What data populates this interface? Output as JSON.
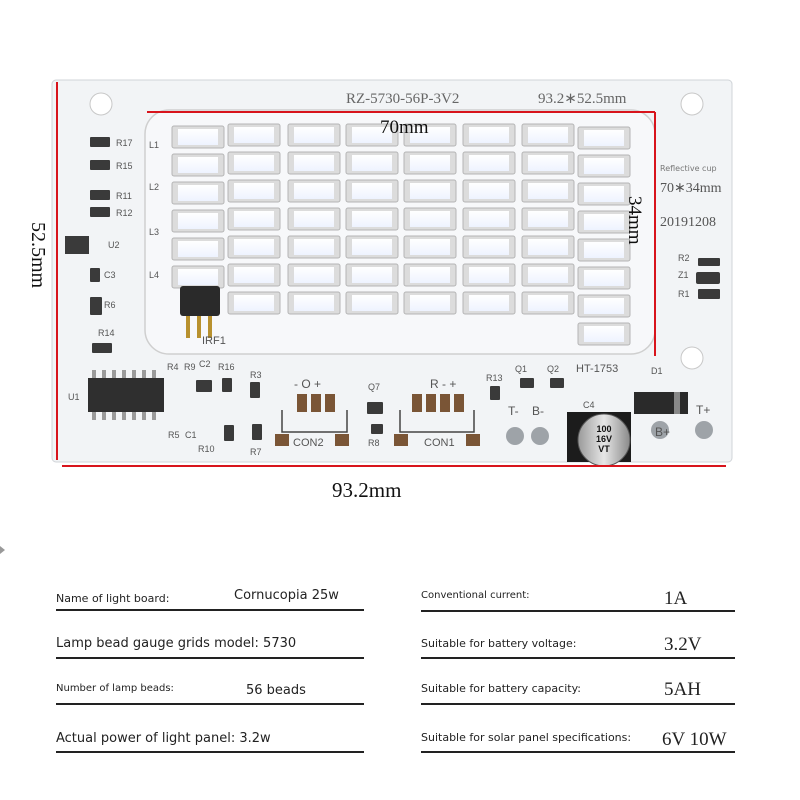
{
  "board": {
    "model_text": "RZ-5730-56P-3V2",
    "size_text": "93.2∗52.5mm",
    "reflective_cup_label": "Reflective cup",
    "reflective_cup_size": "70∗34mm",
    "date_code": "20191208",
    "part_code": "HT-1753",
    "cap_text": [
      "100",
      "16V",
      "VT"
    ],
    "dim_inner_width": "70mm",
    "dim_inner_height": "34mm",
    "dim_outer_width": "93.2mm",
    "dim_outer_height": "52.5mm",
    "silkscreen": {
      "r17": "R17",
      "r15": "R15",
      "r11": "R11",
      "r12": "R12",
      "u2": "U2",
      "c3": "C3",
      "r6": "R6",
      "r14": "R14",
      "u1": "U1",
      "r4": "R4",
      "r9": "R9",
      "c2": "C2",
      "r16": "R16",
      "r5": "R5",
      "c1": "C1",
      "r10": "R10",
      "r3": "R3",
      "r7": "R7",
      "q7": "Q7",
      "r8": "R8",
      "r13": "R13",
      "q1": "Q1",
      "q2": "Q2",
      "d1": "D1",
      "c4": "C4",
      "r2": "R2",
      "z1": "Z1",
      "r1": "R1",
      "irf1": "IRF1",
      "l1": "L1",
      "l2": "L2",
      "l3": "L3",
      "l4": "L4",
      "con2": "CON2",
      "con1": "CON1",
      "o_label": "- O +",
      "r_label": "R - +",
      "t_minus": "T-",
      "b_minus": "B-",
      "b_plus": "B+",
      "t_plus": "T+"
    }
  },
  "specs": {
    "left": [
      {
        "label": "Name of light board:",
        "value": "Cornucopia 25w"
      },
      {
        "label": "Lamp bead gauge grids model: 5730",
        "value": ""
      },
      {
        "label": "Number of lamp beads:",
        "value": "56 beads"
      },
      {
        "label": "Actual power of light panel: 3.2w",
        "value": ""
      }
    ],
    "right": [
      {
        "label": "Conventional current:",
        "value": "1A"
      },
      {
        "label": "Suitable for battery voltage:",
        "value": "3.2V"
      },
      {
        "label": "Suitable for battery capacity:",
        "value": "5AH"
      },
      {
        "label": "Suitable for solar panel specifications:",
        "value": "6V 10W"
      }
    ]
  },
  "colors": {
    "board": "#f4f6f8",
    "led_frame": "#e2e2e2",
    "led_face": "#ffffff",
    "dimension_red": "#d8141c",
    "silkscreen": "#555555",
    "pad": "#6b4a2e"
  }
}
